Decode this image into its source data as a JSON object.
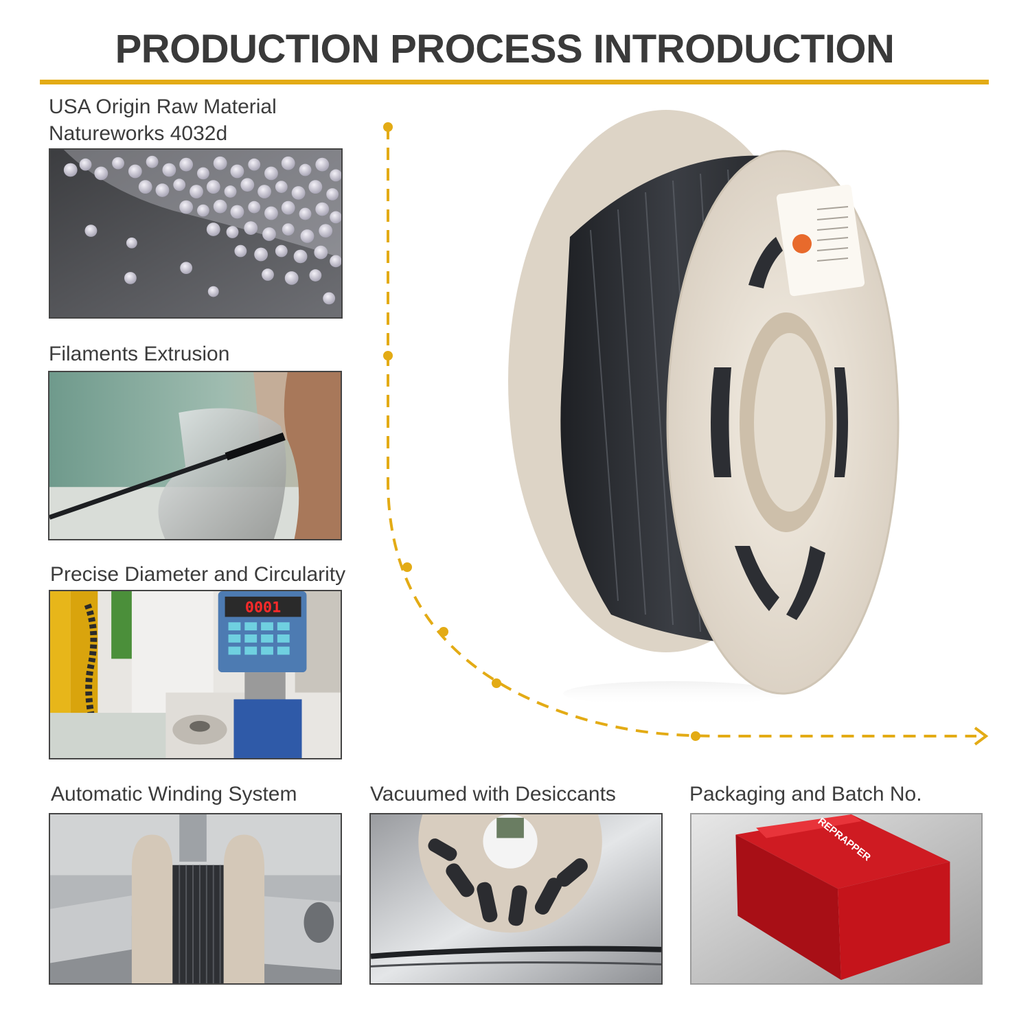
{
  "title": "PRODUCTION PROCESS INTRODUCTION",
  "steps": [
    {
      "label_line1": "USA Origin Raw Material",
      "label_line2": "Natureworks 4032d"
    },
    {
      "label": "Filaments Extrusion"
    },
    {
      "label": "Precise Diameter and Circularity",
      "display_reading": "0001"
    },
    {
      "label": "Automatic Winding System"
    },
    {
      "label": "Vacuumed with Desiccants"
    },
    {
      "label": "Packaging and Batch No.",
      "box_brand": "REPRAPPER"
    }
  ],
  "colors": {
    "accent": "#e3ab15",
    "title": "#3a3a3a",
    "label": "#3c3c3c",
    "filament": "#2a2c30",
    "spool": "#e7dfd3",
    "box": "#c8161d"
  }
}
